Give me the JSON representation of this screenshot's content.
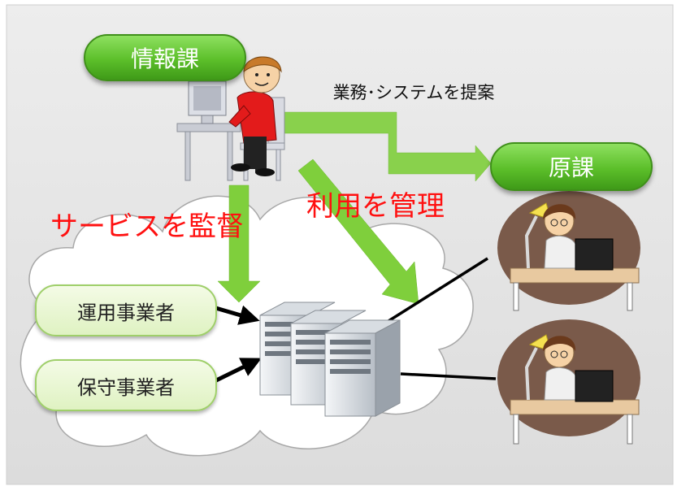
{
  "labels": {
    "info_dept": "情報課",
    "proposal": "業務･システムを提案",
    "origin_dept": "原課",
    "oversee_service": "サービスを監督",
    "manage_usage": "利用を管理",
    "operator": "運用事業者",
    "maintainer": "保守事業者"
  },
  "colors": {
    "background_panel": "#e6e6e6",
    "green_arrow": "#7fcf3c",
    "red_text": "#ff1010",
    "cloud": "#ffffff"
  },
  "icons": [
    "person-at-computer-icon",
    "woman-at-desk-icon",
    "server-rack-icon"
  ]
}
